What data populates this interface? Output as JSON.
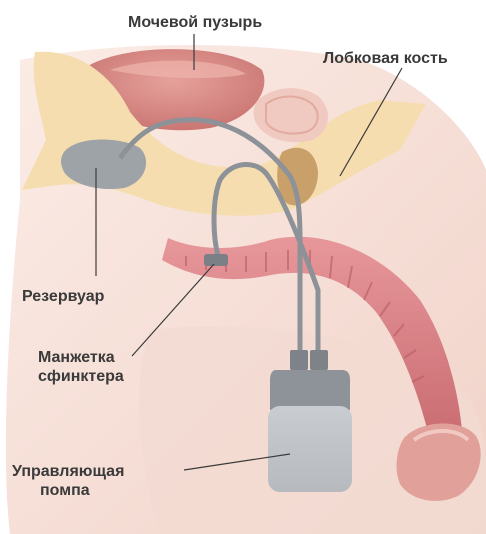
{
  "labels": {
    "bladder": "Мочевой пузырь",
    "pubic_bone": "Лобковая кость",
    "reservoir": "Резервуар",
    "cuff_line1": "Манжетка",
    "cuff_line2": "сфинктера",
    "pump_line1": "Управляющая",
    "pump_line2": "помпа"
  },
  "colors": {
    "skin": "#f6e3dc",
    "bone": "#f4d9a6",
    "bladder": "#d98a86",
    "urethra": "#d9848a",
    "device": "#9ea3a8",
    "label_text": "#3a3a3a"
  }
}
